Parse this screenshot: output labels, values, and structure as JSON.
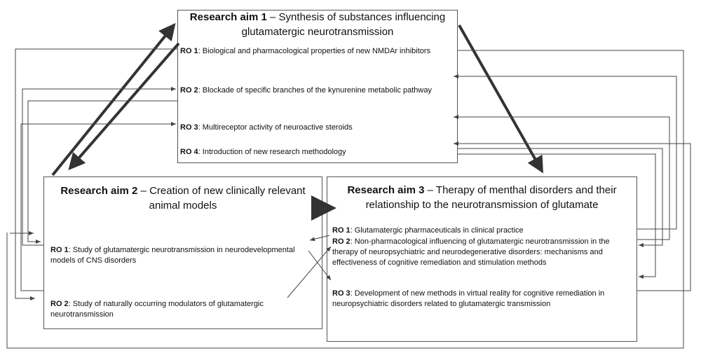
{
  "aim1": {
    "title_bold": "Research aim 1",
    "title_rest": " – Synthesis of substances influencing glutamatergic neurotransmission",
    "objectives": [
      {
        "code": "RO 1",
        "text": ": Biological and pharmacological properties of new NMDAr inhibitors"
      },
      {
        "code": "RO 2",
        "text": ": Blockade of specific branches of the kynurenine metabolic pathway"
      },
      {
        "code": "RO 3",
        "text": ": Multireceptor activity of neuroactive steroids"
      },
      {
        "code": "RO 4",
        "text": ": Introduction of new research methodology"
      }
    ]
  },
  "aim2": {
    "title_bold": "Research aim 2",
    "title_rest": " – Creation of new clinically relevant animal models",
    "objectives": [
      {
        "code": "RO 1",
        "text": ": Study of glutamatergic neurotransmission in neurodevelopmental models of CNS disorders"
      },
      {
        "code": "RO 2",
        "text": ": Study of naturally occurring modulators of glutamatergic neurotransmission"
      }
    ]
  },
  "aim3": {
    "title_bold": "Research aim 3",
    "title_rest": " – Therapy of menthal disorders and their relationship to the neurotransmission of glutamate",
    "objectives": [
      {
        "code": "RO 1",
        "text": ": Glutamatergic pharmaceuticals in clinical practice"
      },
      {
        "code": "RO 2",
        "text": ": Non-pharmacological influencing of glutamatergic neurotransmission in the therapy of neuropsychiatric and neurodegenerative disorders: mechanisms and effectiveness of cognitive remediation and stimulation methods"
      },
      {
        "code": "RO 3",
        "text": ": Development of new methods in virtual reality for cognitive remediation in neuropsychiatric disorders related to glutamatergic transmission"
      }
    ]
  },
  "colors": {
    "border": "#555555",
    "arrow": "#333333",
    "line": "#444444"
  }
}
